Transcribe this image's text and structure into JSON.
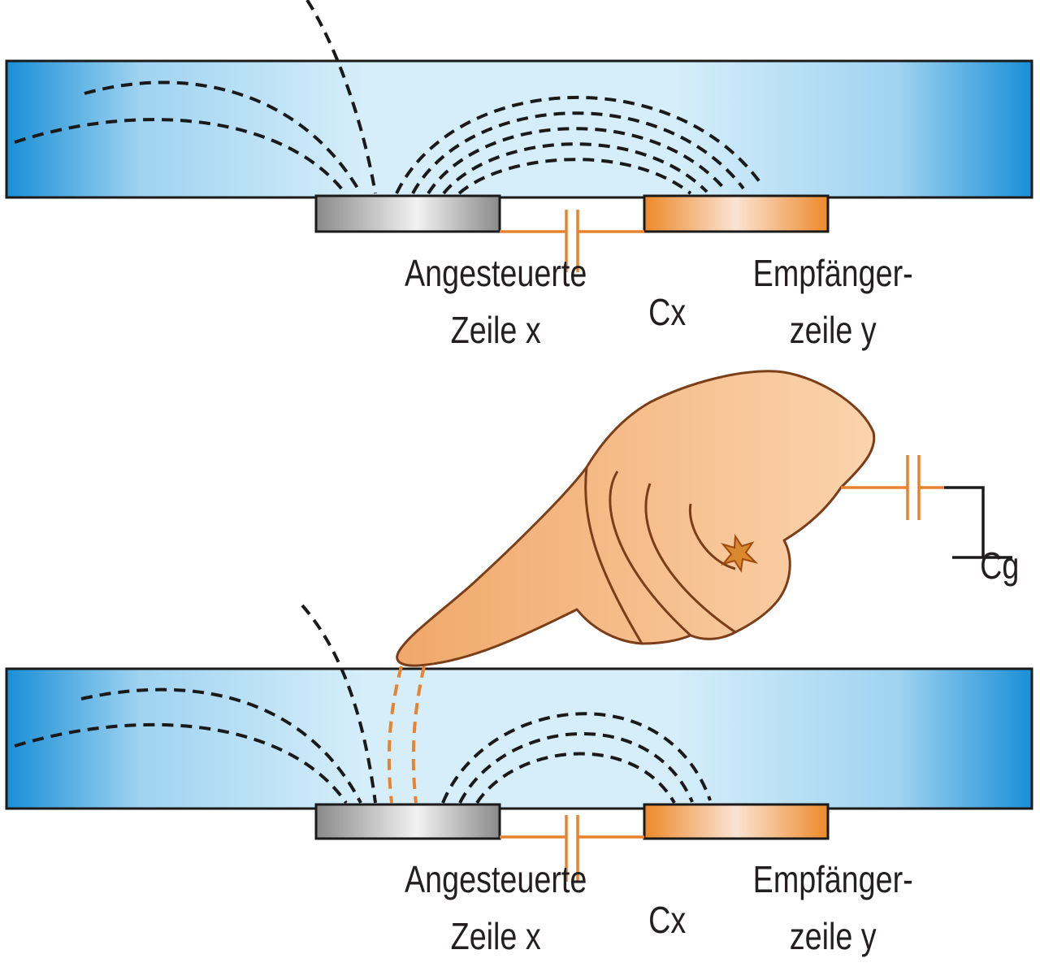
{
  "panels": [
    {
      "id": "untouched",
      "driven_label_1": "Angesteuerte",
      "driven_label_2": "Zeile x",
      "cap_label": "Cx",
      "receiver_label_1": "Empfänger-",
      "receiver_label_2": "zeile y"
    },
    {
      "id": "touched",
      "driven_label_1": "Angesteuerte",
      "driven_label_2": "Zeile x",
      "cap_label": "Cx",
      "receiver_label_1": "Empfänger-",
      "receiver_label_2": "zeile y"
    }
  ],
  "finger": {
    "cap_label": "Cg",
    "icon": "pointing-hand-icon"
  },
  "colors": {
    "glass_edge": "#1a8fd6",
    "glass_center": "#d6eefa",
    "field_lines": "#1a1a1a",
    "finger_field": "#e8822c",
    "wire": "#e8822c",
    "receiver_electrode": "#f0922c",
    "driven_electrode": "#a0a0a0",
    "skin": "#f4b27a"
  }
}
